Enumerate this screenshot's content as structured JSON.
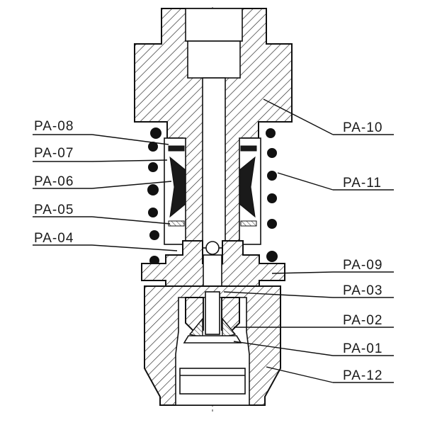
{
  "labels": {
    "pa08": "PA-08",
    "pa07": "PA-07",
    "pa06": "PA-06",
    "pa05": "PA-05",
    "pa04": "PA-04",
    "pa10": "PA-10",
    "pa11": "PA-11",
    "pa09": "PA-09",
    "pa03": "PA-03",
    "pa02": "PA-02",
    "pa01": "PA-01",
    "pa12": "PA-12"
  }
}
